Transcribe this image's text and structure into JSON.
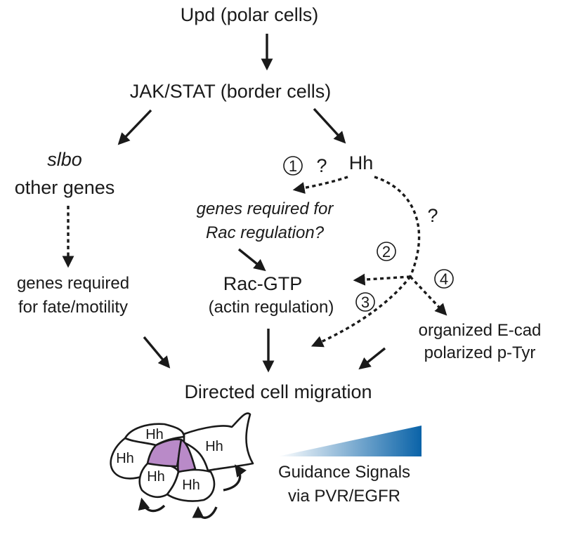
{
  "nodes": {
    "upd": "Upd (polar cells)",
    "jakstat": "JAK/STAT (border cells)",
    "slbo": "slbo",
    "other_genes": "other genes",
    "hh": "Hh",
    "genes_rac_1": "genes required for",
    "genes_rac_2": "Rac regulation?",
    "genes_fate_1": "genes required",
    "genes_fate_2": "for fate/motility",
    "racgtp": "Rac-GTP",
    "actin": "(actin regulation)",
    "ecad_1": "organized E-cad",
    "ecad_2": "polarized p-Tyr",
    "directed": "Directed cell migration"
  },
  "markers": {
    "m1": "1",
    "m2": "2",
    "m3": "3",
    "m4": "4",
    "q1": "?",
    "q2": "?"
  },
  "cluster": {
    "cell_label": "Hh",
    "polar_color": "#b98ac8"
  },
  "guidance": {
    "line1": "Guidance Signals",
    "line2": "via PVR/EGFR",
    "gradient_start": "#ffffff",
    "gradient_end": "#0a63a8"
  }
}
